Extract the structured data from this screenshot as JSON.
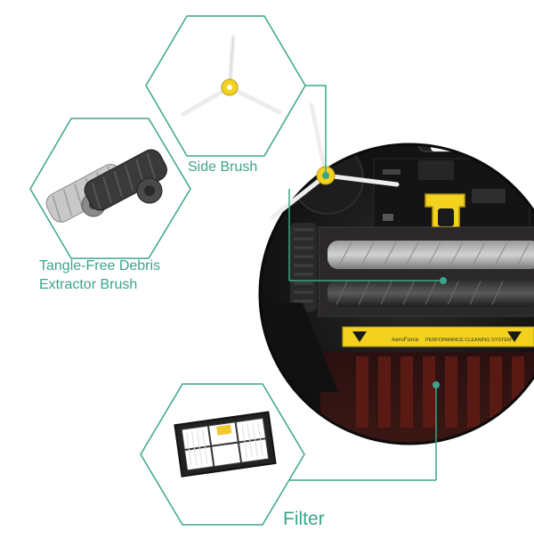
{
  "labels": {
    "side_brush": "Side Brush",
    "extractor_line1": "Tangle-Free Debris",
    "extractor_line2": "Extractor Brush",
    "filter": "Filter"
  },
  "robot_text": {
    "aeroforce": "AeroForce",
    "system": "PERFORMANCE CLEANING SYSTEM"
  },
  "colors": {
    "accent": "#3aa58b",
    "background": "#ffffff",
    "robot_body": "#1b1a1a",
    "brush_yellow": "#f2d21e",
    "filter_yellow": "#f0c830"
  },
  "icons": [
    "side-brush-icon",
    "extractor-brushes-icon",
    "filter-icon",
    "robot-vacuum-underside"
  ]
}
